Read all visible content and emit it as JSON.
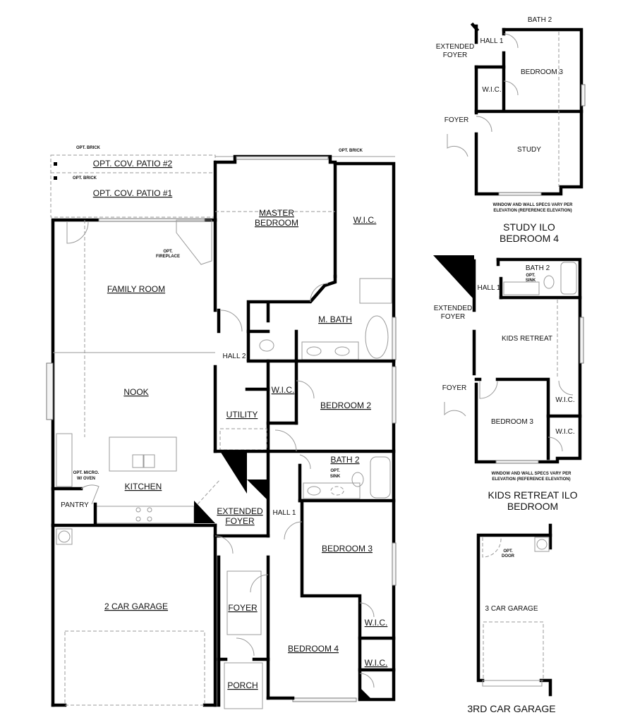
{
  "main_plan": {
    "opt_brick_1": "OPT. BRICK",
    "opt_brick_2": "OPT. BRICK",
    "opt_brick_3": "OPT. BRICK",
    "patio_2": "OPT. COV. PATIO #2",
    "patio_1": "OPT. COV. PATIO #1",
    "fireplace_1": "OPT.",
    "fireplace_2": "FIREPLACE",
    "family_room": "FAMILY ROOM",
    "nook": "NOOK",
    "kitchen": "KITCHEN",
    "micro_1": "OPT. MICRO.",
    "micro_2": "W/ OVEN",
    "pantry": "PANTRY",
    "master_1": "MASTER",
    "master_2": "BEDROOM",
    "master_wic": "W.I.C.",
    "m_bath": "M. BATH",
    "hall_2": "HALL 2",
    "wic_2": "W.I.C.",
    "bedroom_2": "BEDROOM 2",
    "utility": "UTILITY",
    "bath_2": "BATH 2",
    "opt_sink_1": "OPT.",
    "opt_sink_2": "SINK",
    "ext_foyer_1": "EXTENDED",
    "ext_foyer_2": "FOYER",
    "hall_1": "HALL 1",
    "bedroom_3": "BEDROOM 3",
    "foyer": "FOYER",
    "wic_3": "W.I.C.",
    "bedroom_4": "BEDROOM 4",
    "wic_4": "W.I.C.",
    "porch": "PORCH",
    "garage": "2 CAR GARAGE"
  },
  "study_option": {
    "bath_2": "BATH 2",
    "hall_1": "HALL 1",
    "ext_foyer_1": "EXTENDED",
    "ext_foyer_2": "FOYER",
    "bedroom_3": "BEDROOM 3",
    "wic": "W.I.C.",
    "foyer": "FOYER",
    "study": "STUDY",
    "note_1": "WINDOW AND WALL SPECS VARY PER",
    "note_2": "ELEVATION (REFERENCE ELEVATION)",
    "title_1": "STUDY ILO",
    "title_2": "BEDROOM 4"
  },
  "kids_option": {
    "bath_2": "BATH 2",
    "opt_sink_1": "OPT.",
    "opt_sink_2": "SINK",
    "hall_1": "HALL 1",
    "ext_foyer_1": "EXTENDED",
    "ext_foyer_2": "FOYER",
    "kids_retreat": "KIDS RETREAT",
    "foyer": "FOYER",
    "wic_1": "W.I.C.",
    "bedroom_3": "BEDROOM 3",
    "wic_2": "W.I.C.",
    "note_1": "WINDOW AND WALL SPECS VARY PER",
    "note_2": "ELEVATION (REFERENCE ELEVATION)",
    "title_1": "KIDS RETREAT  ILO",
    "title_2": "BEDROOM"
  },
  "garage_option": {
    "opt_door_1": "OPT.",
    "opt_door_2": "DOOR",
    "garage": "3 CAR GARAGE",
    "title": "3RD CAR GARAGE"
  }
}
